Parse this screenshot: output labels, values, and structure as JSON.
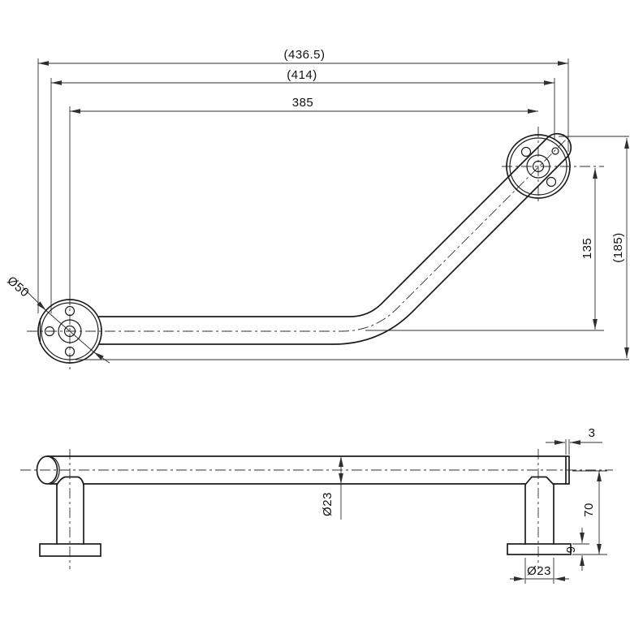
{
  "drawing": {
    "description": "Two-view engineering drawing of an angled wall-mounted grab bar with round mounting flanges",
    "background": "#ffffff",
    "line_color": "#1c1c1c",
    "dimension_color": "#2f2f2f",
    "top_view": {
      "dims": {
        "overall_length": "(436.5)",
        "outer_length": "(414)",
        "center_distance": "385",
        "rise_center": "135",
        "rise_overall": "(185)",
        "flange_diameter": "Ø50"
      }
    },
    "side_view": {
      "dims": {
        "end_thickness": "3",
        "bar_diameter": "Ø23",
        "post_height": "70",
        "base_thickness": "9",
        "post_diameter": "Ø23"
      }
    }
  }
}
